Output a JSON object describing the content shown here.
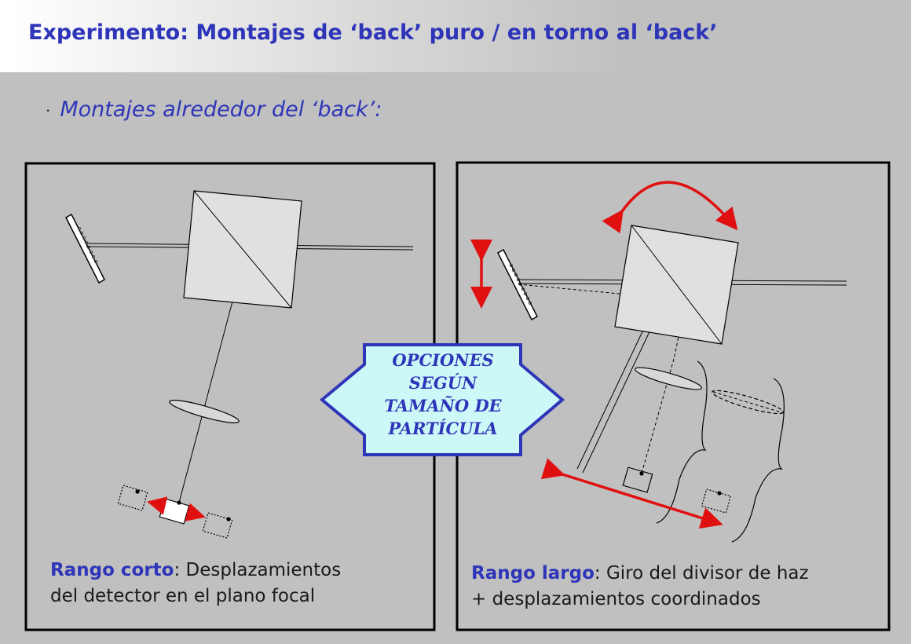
{
  "title": "Experimento: Montajes de ‘back’ puro / en torno al ‘back’",
  "subtitle": {
    "bullet": "·",
    "text": "Montajes alrededor del ‘back’:"
  },
  "options_box": {
    "line1": "OPCIONES",
    "line2": "SEGÚN",
    "line3": "TAMAÑO DE",
    "line4": "PARTÍCULA"
  },
  "left_panel": {
    "caption_bold": "Rango corto",
    "caption_line1": ": Desplazamientos",
    "caption_line2": "del detector en el plano focal"
  },
  "right_panel": {
    "caption_bold": "Rango largo",
    "caption_line1": ": Giro del divisor de haz",
    "caption_line2": "+ desplazamientos coordinados"
  },
  "colors": {
    "title": "#2e35b8",
    "arrow_red": "#e01010",
    "options_fill": "#ccf8f8",
    "options_border": "#2e35b8",
    "background": "#c0c0c0"
  }
}
